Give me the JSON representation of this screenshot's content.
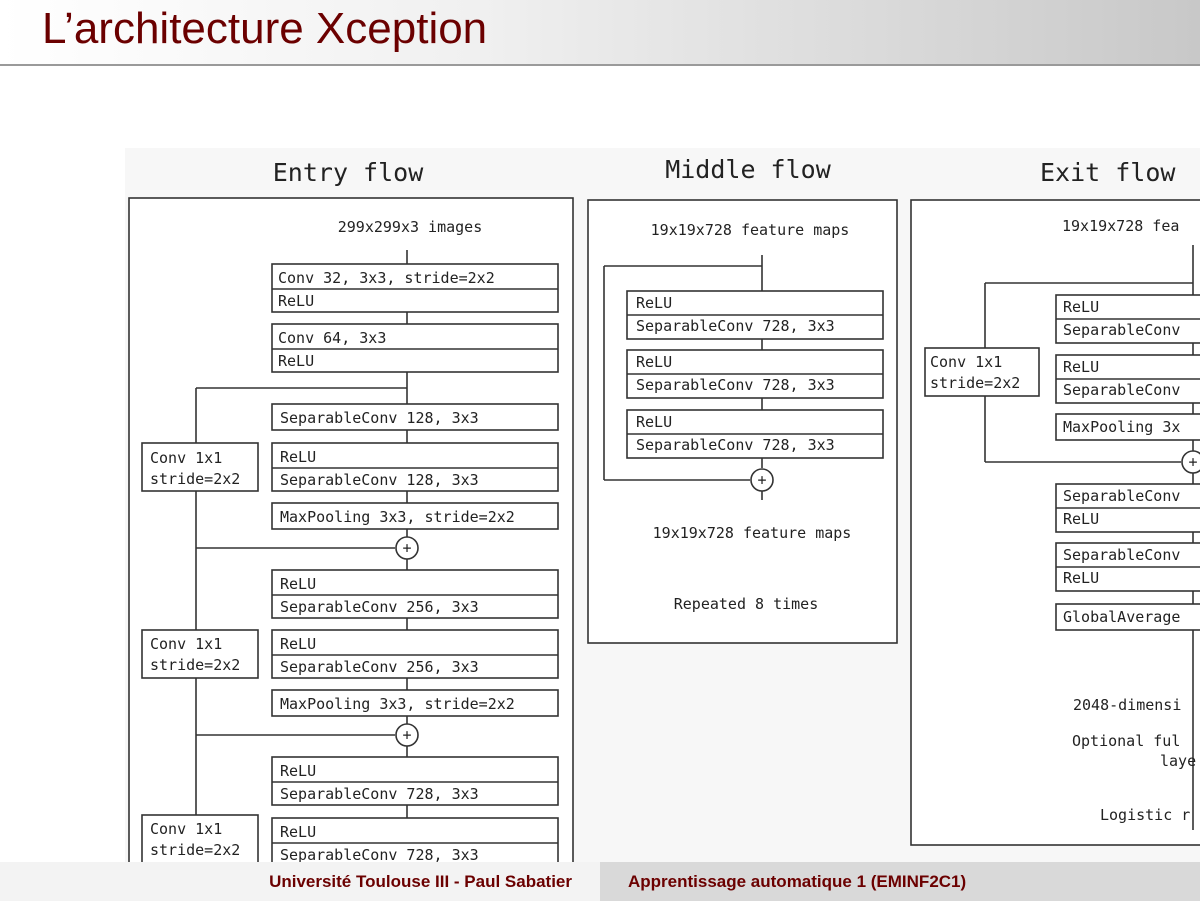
{
  "slide": {
    "title": "L’architecture Xception"
  },
  "diagram": {
    "entry": {
      "title": "Entry flow",
      "input": "299x299x3 images",
      "conv32": "Conv 32, 3x3, stride=2x2",
      "relu1": "ReLU",
      "conv64": "Conv 64, 3x3",
      "relu2": "ReLU",
      "sep128a": "SeparableConv 128, 3x3",
      "relu3": "ReLU",
      "sep128b": "SeparableConv 128, 3x3",
      "maxpool1": "MaxPooling 3x3, stride=2x2",
      "skip1_line1": "Conv 1x1",
      "skip1_line2": "stride=2x2",
      "relu4": "ReLU",
      "sep256a": "SeparableConv 256, 3x3",
      "relu5": "ReLU",
      "sep256b": "SeparableConv 256, 3x3",
      "maxpool2": "MaxPooling 3x3, stride=2x2",
      "skip2_line1": "Conv 1x1",
      "skip2_line2": "stride=2x2",
      "relu6": "ReLU",
      "sep728a": "SeparableConv 728, 3x3",
      "relu7": "ReLU",
      "sep728b": "SeparableConv 728, 3x3",
      "skip3_line1": "Conv 1x1",
      "skip3_line2": "stride=2x2"
    },
    "middle": {
      "title": "Middle flow",
      "input": "19x19x728 feature maps",
      "relu1": "ReLU",
      "sep1": "SeparableConv 728, 3x3",
      "relu2": "ReLU",
      "sep2": "SeparableConv 728, 3x3",
      "relu3": "ReLU",
      "sep3": "SeparableConv 728, 3x3",
      "output": "19x19x728 feature maps",
      "repeat": "Repeated 8 times"
    },
    "exit": {
      "title": "Exit flow",
      "input": "19x19x728 fea",
      "relu1": "ReLU",
      "sep1": "SeparableConv",
      "relu2": "ReLU",
      "sep2": "SeparableConv",
      "maxpool": "MaxPooling 3x",
      "skip_line1": "Conv 1x1",
      "skip_line2": "stride=2x2",
      "sep3": "SeparableConv",
      "relu3": "ReLU",
      "sep4": "SeparableConv",
      "relu4": "ReLU",
      "gap": "GlobalAverage",
      "vec": "2048-dimensi",
      "optional_line1": "Optional ful",
      "optional_line2": "laye",
      "logistic": "Logistic r"
    },
    "plus_symbol": "+"
  },
  "footer": {
    "institution": "Université Toulouse III - Paul Sabatier",
    "course": "Apprentissage automatique 1 (EMINF2C1)"
  }
}
